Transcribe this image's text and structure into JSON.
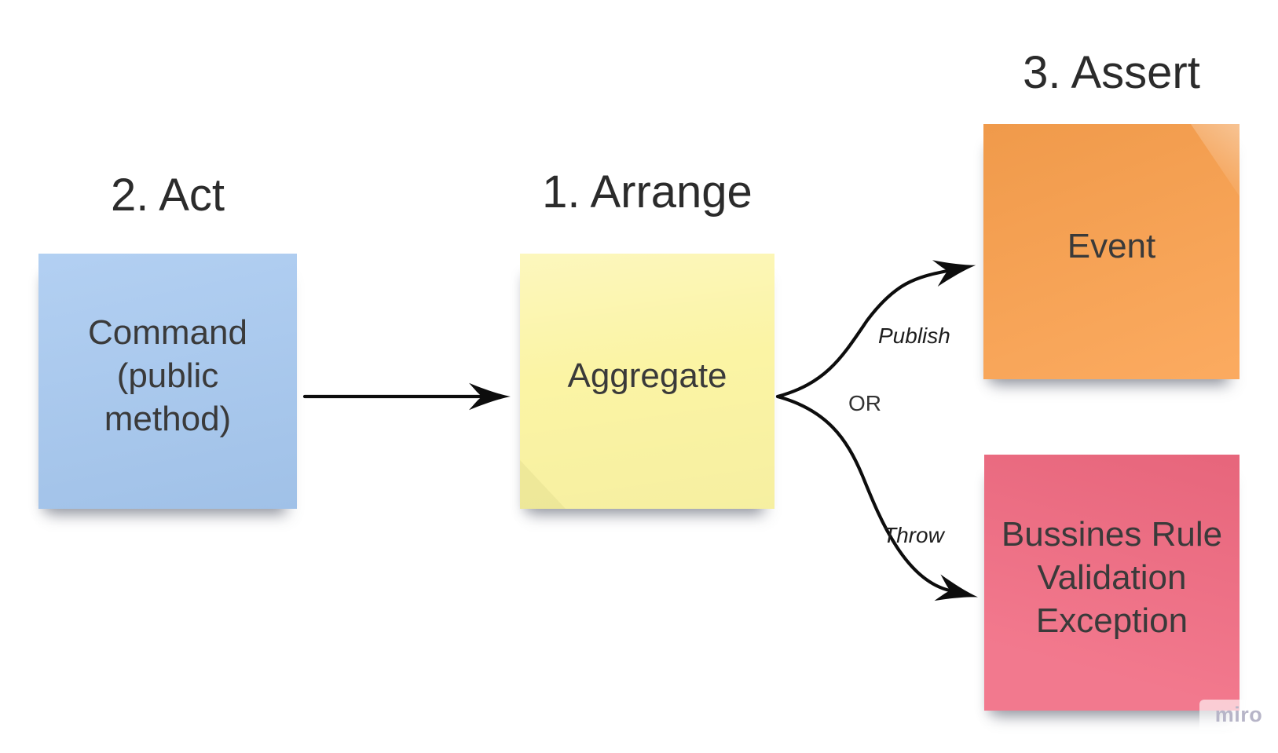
{
  "headings": {
    "act": "2. Act",
    "arrange": "1. Arrange",
    "assert": "3. Assert"
  },
  "notes": {
    "command": {
      "text": "Command (public method)",
      "color": "#a6c8f0"
    },
    "aggregate": {
      "text": "Aggregate",
      "color": "#fbf4a4"
    },
    "event": {
      "text": "Event",
      "color": "#fba14e"
    },
    "exception": {
      "text": "Bussines Rule Validation Exception",
      "color": "#f16a81"
    }
  },
  "connectors": {
    "publish_label": "Publish",
    "or_label": "OR",
    "throw_label": "Throw",
    "arrow_color": "#0d0d0d"
  },
  "watermark": {
    "label": "miro",
    "text_color": "#b7b5c8"
  }
}
